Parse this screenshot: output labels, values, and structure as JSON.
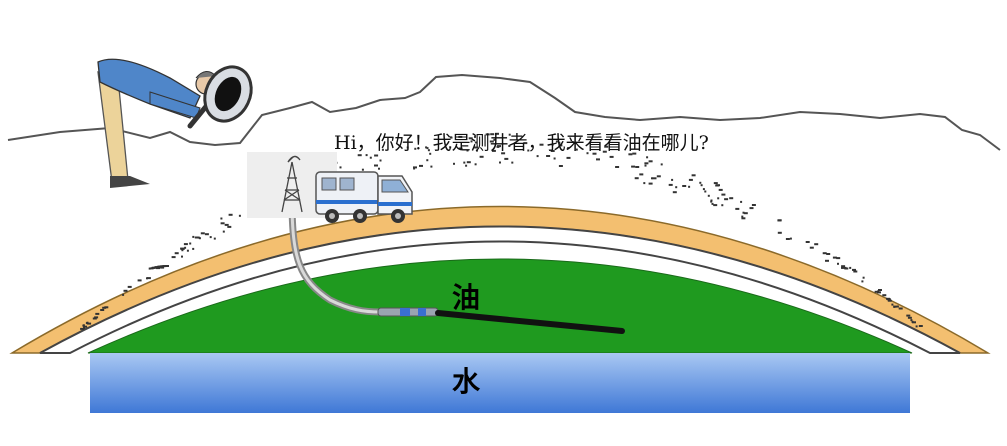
{
  "speech": {
    "text": "Hi，你好！我是测井者，我来看看油在哪儿?"
  },
  "layers": {
    "oil_label": "油",
    "water_label": "水"
  },
  "colors": {
    "sky_line": "#555555",
    "outer_crust": "#f2be6e",
    "rock_band": "#ffffff",
    "oil": "#1e9a1e",
    "water_top": "#9ec0f0",
    "water_bottom": "#3f7bd8",
    "truck": "#e8ecf2",
    "truck_stripe": "#2a6fcf",
    "worker_shirt": "#4f86c9",
    "worker_pants": "#e8c98e"
  },
  "icons": [
    "magnifier-icon",
    "derrick-icon",
    "truck-icon",
    "logging-tool-icon"
  ]
}
